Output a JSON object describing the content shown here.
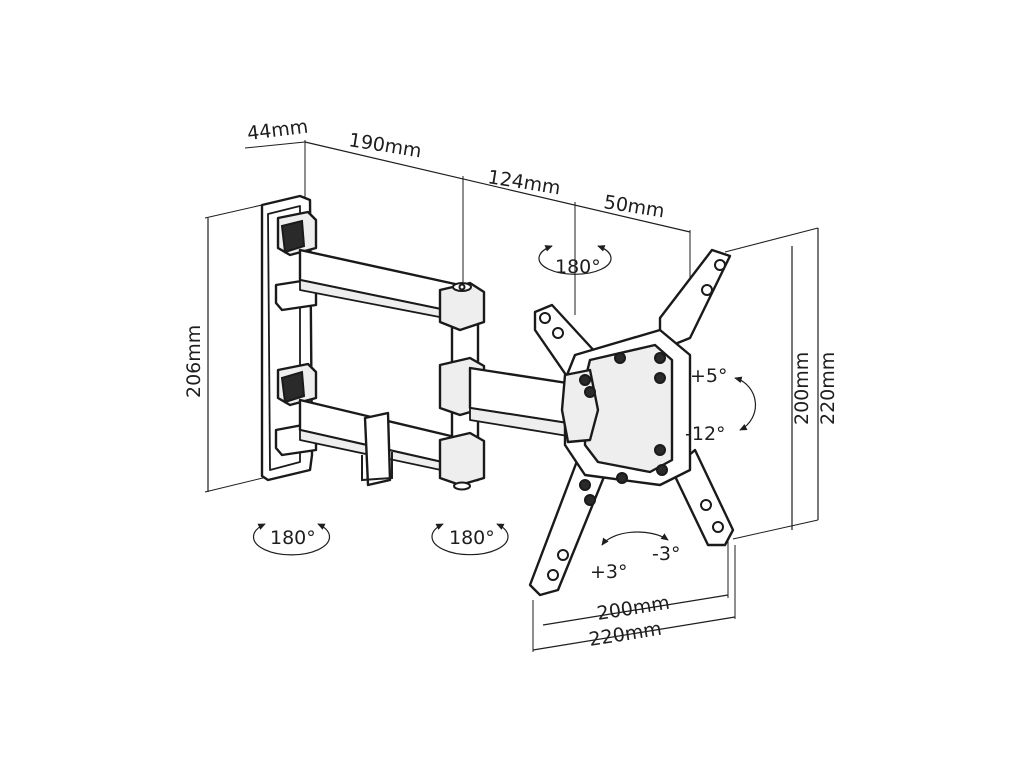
{
  "dimensions": {
    "depth": "44mm",
    "arm_long": "190mm",
    "arm_short": "124mm",
    "plate_offset": "50mm",
    "wall_plate_height": "206mm",
    "vesa_inner_vertical": "200mm",
    "vesa_outer_vertical": "220mm",
    "vesa_inner_horizontal": "200mm",
    "vesa_outer_horizontal": "220mm"
  },
  "rotations": {
    "swivel_top": "180°",
    "swivel_wall": "180°",
    "swivel_middle": "180°",
    "tilt_up": "+5°",
    "tilt_down": "-12°",
    "level_plus": "+3°",
    "level_minus": "-3°"
  }
}
